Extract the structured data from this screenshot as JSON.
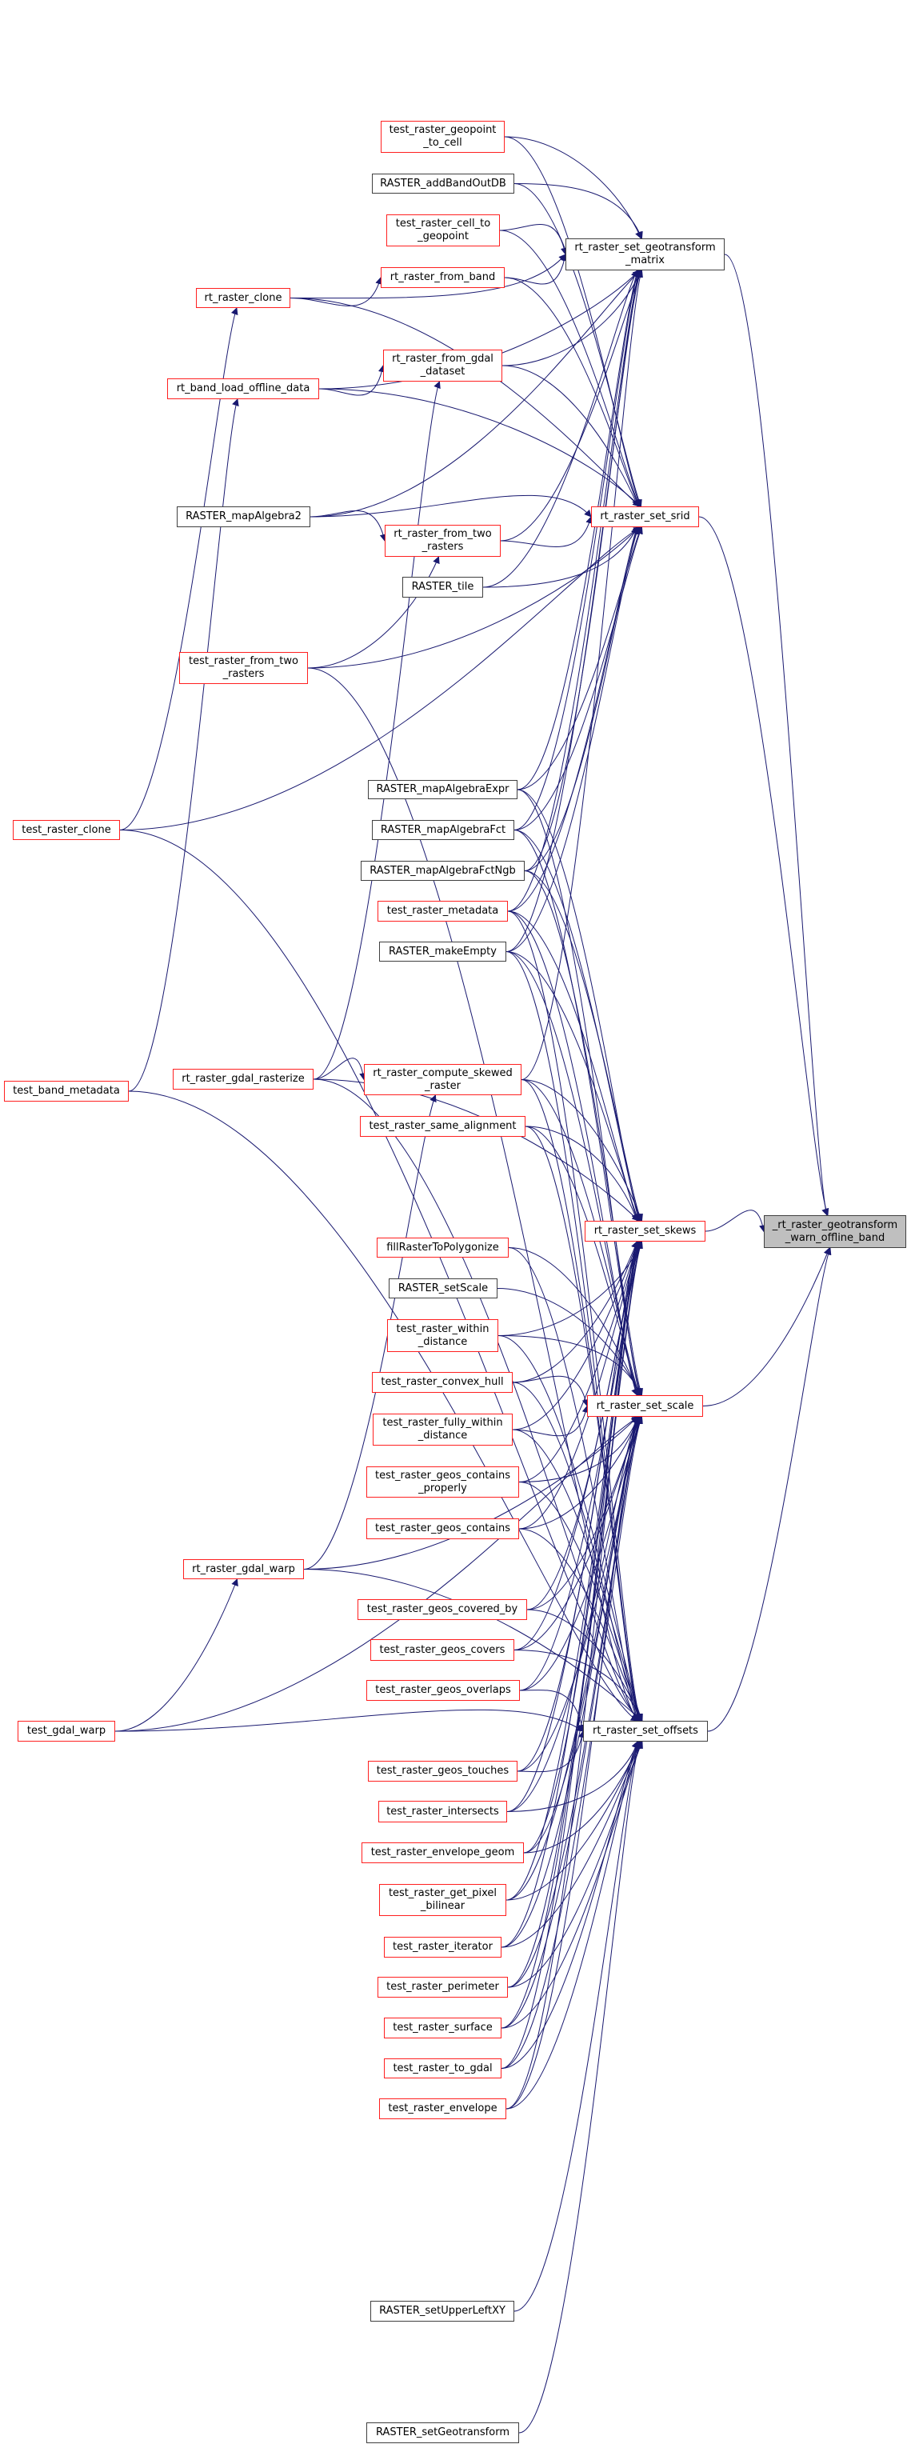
{
  "graph": {
    "type": "caller-graph",
    "edge_color": "#191970",
    "focus_node": "target",
    "nodes": [
      {
        "id": "target",
        "label": "_rt_raster_geotransform\n_warn_offline_band",
        "style": "target"
      },
      {
        "id": "set_gt",
        "label": "rt_raster_set_geotransform\n_matrix",
        "style": "black"
      },
      {
        "id": "set_srid",
        "label": "rt_raster_set_srid",
        "style": "red"
      },
      {
        "id": "set_skews",
        "label": "rt_raster_set_skews",
        "style": "red"
      },
      {
        "id": "set_scale",
        "label": "rt_raster_set_scale",
        "style": "red"
      },
      {
        "id": "set_offsets",
        "label": "rt_raster_set_offsets",
        "style": "black"
      },
      {
        "id": "geopoint_to_cell",
        "label": "test_raster_geopoint\n_to_cell",
        "style": "red"
      },
      {
        "id": "addBandOutDB",
        "label": "RASTER_addBandOutDB",
        "style": "black"
      },
      {
        "id": "cell_to_geopoint",
        "label": "test_raster_cell_to\n_geopoint",
        "style": "red"
      },
      {
        "id": "from_band",
        "label": "rt_raster_from_band",
        "style": "red"
      },
      {
        "id": "rt_clone",
        "label": "rt_raster_clone",
        "style": "red"
      },
      {
        "id": "from_gdal_dataset",
        "label": "rt_raster_from_gdal\n_dataset",
        "style": "red"
      },
      {
        "id": "band_load_offline",
        "label": "rt_band_load_offline_data",
        "style": "red"
      },
      {
        "id": "mapAlgebra2",
        "label": "RASTER_mapAlgebra2",
        "style": "black"
      },
      {
        "id": "from_two_rasters",
        "label": "rt_raster_from_two\n_rasters",
        "style": "red"
      },
      {
        "id": "raster_tile",
        "label": "RASTER_tile",
        "style": "black"
      },
      {
        "id": "test_from_two",
        "label": "test_raster_from_two\n_rasters",
        "style": "red"
      },
      {
        "id": "mapAlgebraExpr",
        "label": "RASTER_mapAlgebraExpr",
        "style": "black"
      },
      {
        "id": "test_clone",
        "label": "test_raster_clone",
        "style": "red"
      },
      {
        "id": "mapAlgebraFct",
        "label": "RASTER_mapAlgebraFct",
        "style": "black"
      },
      {
        "id": "mapAlgebraFctNgb",
        "label": "RASTER_mapAlgebraFctNgb",
        "style": "black"
      },
      {
        "id": "test_metadata",
        "label": "test_raster_metadata",
        "style": "red"
      },
      {
        "id": "makeEmpty",
        "label": "RASTER_makeEmpty",
        "style": "black"
      },
      {
        "id": "gdal_rasterize",
        "label": "rt_raster_gdal_rasterize",
        "style": "red"
      },
      {
        "id": "compute_skewed",
        "label": "rt_raster_compute_skewed\n_raster",
        "style": "red"
      },
      {
        "id": "test_band_metadata",
        "label": "test_band_metadata",
        "style": "red"
      },
      {
        "id": "same_alignment",
        "label": "test_raster_same_alignment",
        "style": "red"
      },
      {
        "id": "fillRaster",
        "label": "fillRasterToPolygonize",
        "style": "red"
      },
      {
        "id": "setScale",
        "label": "RASTER_setScale",
        "style": "black"
      },
      {
        "id": "within_distance",
        "label": "test_raster_within\n_distance",
        "style": "red"
      },
      {
        "id": "convex_hull",
        "label": "test_raster_convex_hull",
        "style": "red"
      },
      {
        "id": "fully_within",
        "label": "test_raster_fully_within\n_distance",
        "style": "red"
      },
      {
        "id": "contains_properly",
        "label": "test_raster_geos_contains\n_properly",
        "style": "red"
      },
      {
        "id": "geos_contains",
        "label": "test_raster_geos_contains",
        "style": "red"
      },
      {
        "id": "gdal_warp",
        "label": "rt_raster_gdal_warp",
        "style": "red"
      },
      {
        "id": "covered_by",
        "label": "test_raster_geos_covered_by",
        "style": "red"
      },
      {
        "id": "covers",
        "label": "test_raster_geos_covers",
        "style": "red"
      },
      {
        "id": "overlaps",
        "label": "test_raster_geos_overlaps",
        "style": "red"
      },
      {
        "id": "test_gdal_warp",
        "label": "test_gdal_warp",
        "style": "red"
      },
      {
        "id": "touches",
        "label": "test_raster_geos_touches",
        "style": "red"
      },
      {
        "id": "intersects",
        "label": "test_raster_intersects",
        "style": "red"
      },
      {
        "id": "envelope_geom",
        "label": "test_raster_envelope_geom",
        "style": "red"
      },
      {
        "id": "pixel_bilinear",
        "label": "test_raster_get_pixel\n_bilinear",
        "style": "red"
      },
      {
        "id": "iterator",
        "label": "test_raster_iterator",
        "style": "red"
      },
      {
        "id": "perimeter",
        "label": "test_raster_perimeter",
        "style": "red"
      },
      {
        "id": "surface",
        "label": "test_raster_surface",
        "style": "red"
      },
      {
        "id": "to_gdal",
        "label": "test_raster_to_gdal",
        "style": "red"
      },
      {
        "id": "envelope",
        "label": "test_raster_envelope",
        "style": "red"
      },
      {
        "id": "setUpperLeftXY",
        "label": "RASTER_setUpperLeftXY",
        "style": "black"
      },
      {
        "id": "setGeotransform",
        "label": "RASTER_setGeotransform",
        "style": "black"
      }
    ],
    "edges": [
      [
        "set_gt",
        "target"
      ],
      [
        "set_srid",
        "target"
      ],
      [
        "set_skews",
        "target"
      ],
      [
        "set_scale",
        "target"
      ],
      [
        "set_offsets",
        "target"
      ],
      [
        "geopoint_to_cell",
        "set_gt"
      ],
      [
        "addBandOutDB",
        "set_gt"
      ],
      [
        "cell_to_geopoint",
        "set_gt"
      ],
      [
        "from_band",
        "set_gt"
      ],
      [
        "rt_clone",
        "set_gt"
      ],
      [
        "band_load_offline",
        "set_gt"
      ],
      [
        "mapAlgebra2",
        "set_gt"
      ],
      [
        "from_gdal_dataset",
        "set_gt"
      ],
      [
        "from_two_rasters",
        "set_gt"
      ],
      [
        "raster_tile",
        "set_gt"
      ],
      [
        "mapAlgebraExpr",
        "set_gt"
      ],
      [
        "mapAlgebraFct",
        "set_gt"
      ],
      [
        "mapAlgebraFctNgb",
        "set_gt"
      ],
      [
        "test_metadata",
        "set_gt"
      ],
      [
        "makeEmpty",
        "set_gt"
      ],
      [
        "compute_skewed",
        "set_gt"
      ],
      [
        "rt_clone",
        "from_band"
      ],
      [
        "band_load_offline",
        "from_gdal_dataset"
      ],
      [
        "test_clone",
        "rt_clone"
      ],
      [
        "test_band_metadata",
        "band_load_offline"
      ],
      [
        "mapAlgebra2",
        "from_two_rasters"
      ],
      [
        "test_from_two",
        "from_two_rasters"
      ],
      [
        "gdal_rasterize",
        "from_gdal_dataset"
      ],
      [
        "gdal_rasterize",
        "compute_skewed"
      ],
      [
        "gdal_warp",
        "compute_skewed"
      ],
      [
        "test_gdal_warp",
        "gdal_warp"
      ],
      [
        "rt_clone",
        "set_srid"
      ],
      [
        "band_load_offline",
        "set_srid"
      ],
      [
        "mapAlgebra2",
        "set_srid"
      ],
      [
        "from_two_rasters",
        "set_srid"
      ],
      [
        "raster_tile",
        "set_srid"
      ],
      [
        "from_gdal_dataset",
        "set_srid"
      ],
      [
        "from_band",
        "set_srid"
      ],
      [
        "test_from_two",
        "set_srid"
      ],
      [
        "test_clone",
        "set_srid"
      ],
      [
        "mapAlgebraExpr",
        "set_srid"
      ],
      [
        "mapAlgebraFct",
        "set_srid"
      ],
      [
        "mapAlgebraFctNgb",
        "set_srid"
      ],
      [
        "test_metadata",
        "set_srid"
      ],
      [
        "makeEmpty",
        "set_srid"
      ],
      [
        "cell_to_geopoint",
        "set_srid"
      ],
      [
        "geopoint_to_cell",
        "set_srid"
      ],
      [
        "addBandOutDB",
        "set_srid"
      ],
      [
        "compute_skewed",
        "set_skews"
      ],
      [
        "same_alignment",
        "set_skews"
      ],
      [
        "test_metadata",
        "set_skews"
      ],
      [
        "makeEmpty",
        "set_skews"
      ],
      [
        "mapAlgebraExpr",
        "set_skews"
      ],
      [
        "mapAlgebraFct",
        "set_skews"
      ],
      [
        "mapAlgebraFctNgb",
        "set_skews"
      ],
      [
        "within_distance",
        "set_skews"
      ],
      [
        "convex_hull",
        "set_skews"
      ],
      [
        "fully_within",
        "set_skews"
      ],
      [
        "contains_properly",
        "set_skews"
      ],
      [
        "geos_contains",
        "set_skews"
      ],
      [
        "covered_by",
        "set_skews"
      ],
      [
        "covers",
        "set_skews"
      ],
      [
        "overlaps",
        "set_skews"
      ],
      [
        "touches",
        "set_skews"
      ],
      [
        "intersects",
        "set_skews"
      ],
      [
        "envelope_geom",
        "set_skews"
      ],
      [
        "pixel_bilinear",
        "set_skews"
      ],
      [
        "iterator",
        "set_skews"
      ],
      [
        "perimeter",
        "set_skews"
      ],
      [
        "surface",
        "set_skews"
      ],
      [
        "to_gdal",
        "set_skews"
      ],
      [
        "envelope",
        "set_skews"
      ],
      [
        "gdal_rasterize",
        "set_skews"
      ],
      [
        "fillRaster",
        "set_scale"
      ],
      [
        "setScale",
        "set_scale"
      ],
      [
        "within_distance",
        "set_scale"
      ],
      [
        "convex_hull",
        "set_scale"
      ],
      [
        "fully_within",
        "set_scale"
      ],
      [
        "contains_properly",
        "set_scale"
      ],
      [
        "geos_contains",
        "set_scale"
      ],
      [
        "covered_by",
        "set_scale"
      ],
      [
        "covers",
        "set_scale"
      ],
      [
        "overlaps",
        "set_scale"
      ],
      [
        "touches",
        "set_scale"
      ],
      [
        "intersects",
        "set_scale"
      ],
      [
        "envelope_geom",
        "set_scale"
      ],
      [
        "pixel_bilinear",
        "set_scale"
      ],
      [
        "iterator",
        "set_scale"
      ],
      [
        "perimeter",
        "set_scale"
      ],
      [
        "surface",
        "set_scale"
      ],
      [
        "to_gdal",
        "set_scale"
      ],
      [
        "envelope",
        "set_scale"
      ],
      [
        "gdal_warp",
        "set_scale"
      ],
      [
        "test_gdal_warp",
        "set_scale"
      ],
      [
        "compute_skewed",
        "set_scale"
      ],
      [
        "mapAlgebraExpr",
        "set_scale"
      ],
      [
        "mapAlgebraFct",
        "set_scale"
      ],
      [
        "mapAlgebraFctNgb",
        "set_scale"
      ],
      [
        "test_metadata",
        "set_scale"
      ],
      [
        "makeEmpty",
        "set_scale"
      ],
      [
        "same_alignment",
        "set_scale"
      ],
      [
        "geos_contains",
        "set_offsets"
      ],
      [
        "covered_by",
        "set_offsets"
      ],
      [
        "covers",
        "set_offsets"
      ],
      [
        "overlaps",
        "set_offsets"
      ],
      [
        "touches",
        "set_offsets"
      ],
      [
        "intersects",
        "set_offsets"
      ],
      [
        "envelope_geom",
        "set_offsets"
      ],
      [
        "pixel_bilinear",
        "set_offsets"
      ],
      [
        "iterator",
        "set_offsets"
      ],
      [
        "perimeter",
        "set_offsets"
      ],
      [
        "surface",
        "set_offsets"
      ],
      [
        "to_gdal",
        "set_offsets"
      ],
      [
        "envelope",
        "set_offsets"
      ],
      [
        "setUpperLeftXY",
        "set_offsets"
      ],
      [
        "setGeotransform",
        "set_offsets"
      ],
      [
        "test_gdal_warp",
        "set_offsets"
      ],
      [
        "gdal_warp",
        "set_offsets"
      ],
      [
        "test_clone",
        "set_offsets"
      ],
      [
        "test_band_metadata",
        "set_offsets"
      ],
      [
        "test_from_two",
        "set_offsets"
      ],
      [
        "gdal_rasterize",
        "set_offsets"
      ],
      [
        "same_alignment",
        "set_offsets"
      ],
      [
        "contains_properly",
        "set_offsets"
      ],
      [
        "fully_within",
        "set_offsets"
      ],
      [
        "within_distance",
        "set_offsets"
      ],
      [
        "convex_hull",
        "set_offsets"
      ],
      [
        "fillRaster",
        "set_offsets"
      ],
      [
        "compute_skewed",
        "set_offsets"
      ],
      [
        "makeEmpty",
        "set_offsets"
      ],
      [
        "test_metadata",
        "set_offsets"
      ]
    ]
  }
}
